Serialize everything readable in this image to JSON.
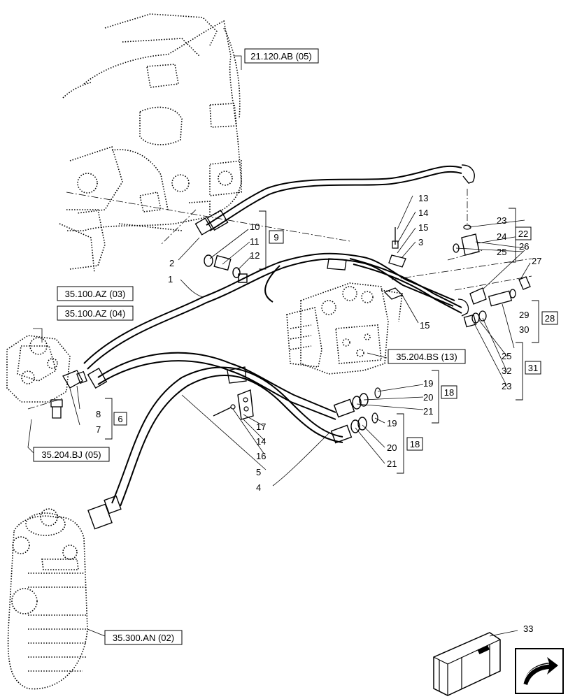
{
  "references": {
    "r21120ab": "21.120.AB (05)",
    "r35100az03": "35.100.AZ (03)",
    "r35100az04": "35.100.AZ (04)",
    "r35204bs": "35.204.BS (13)",
    "r35204bj": "35.204.BJ (05)",
    "r35300an": "35.300.AN (02)"
  },
  "groups": {
    "g9": "9",
    "g22": "22",
    "g6": "6",
    "g18a": "18",
    "g18b": "18",
    "g28": "28",
    "g31": "31"
  },
  "callouts": {
    "c1": "1",
    "c2": "2",
    "c3": "3",
    "c4": "4",
    "c5": "5",
    "c7": "7",
    "c8": "8",
    "c10": "10",
    "c11": "11",
    "c12": "12",
    "c13": "13",
    "c14a": "14",
    "c15a": "15",
    "c15b": "15",
    "c14b": "14",
    "c16": "16",
    "c17": "17",
    "c19a": "19",
    "c20a": "20",
    "c21a": "21",
    "c19b": "19",
    "c20b": "20",
    "c21b": "21",
    "c23a": "23",
    "c24": "24",
    "c25a": "25",
    "c26": "26",
    "c27": "27",
    "c29": "29",
    "c30": "30",
    "c25b": "25",
    "c32": "32",
    "c23b": "23",
    "c33": "33"
  }
}
